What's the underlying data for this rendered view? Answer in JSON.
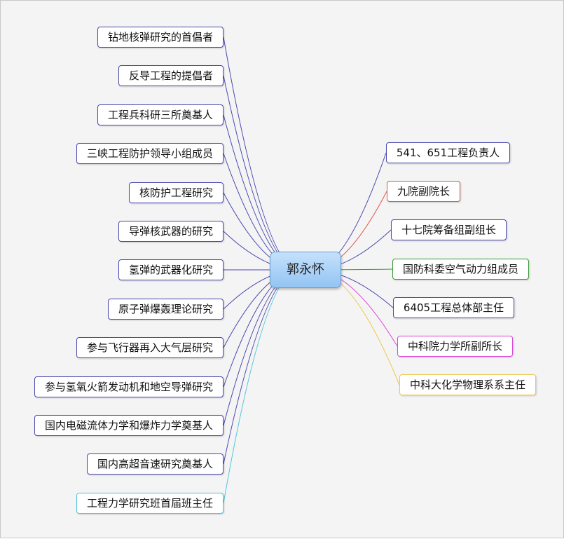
{
  "central": {
    "label": "郭永怀"
  },
  "left_topics": [
    {
      "label": "钻地核弹研究的首倡者",
      "color": "#4a4ab0"
    },
    {
      "label": "反导工程的提倡者",
      "color": "#4a4ab0"
    },
    {
      "label": "工程兵科研三所奠基人",
      "color": "#4a4ab0"
    },
    {
      "label": "三峡工程防护领导小组成员",
      "color": "#4a4ab0"
    },
    {
      "label": "核防护工程研究",
      "color": "#4a4ab0"
    },
    {
      "label": "导弹核武器的研究",
      "color": "#4a4ab0"
    },
    {
      "label": "氢弹的武器化研究",
      "color": "#4a4ab0"
    },
    {
      "label": "原子弹爆轰理论研究",
      "color": "#4a4ab0"
    },
    {
      "label": "参与飞行器再入大气层研究",
      "color": "#4a4ab0"
    },
    {
      "label": "参与氢氧火箭发动机和地空导弹研究",
      "color": "#4a4ab0"
    },
    {
      "label": "国内电磁流体力学和爆炸力学奠基人",
      "color": "#4a4ab0"
    },
    {
      "label": "国内高超音速研究奠基人",
      "color": "#4a4ab0"
    },
    {
      "label": "工程力学研究班首届班主任",
      "color": "#4fc6dc"
    }
  ],
  "right_topics": [
    {
      "label": "541、651工程负责人",
      "color": "#4a4ab0"
    },
    {
      "label": "九院副院长",
      "color": "#e0584e"
    },
    {
      "label": "十七院筹备组副组长",
      "color": "#4a4ab0"
    },
    {
      "label": "国防科委空气动力组成员",
      "color": "#3a9a3a"
    },
    {
      "label": "6405工程总体部主任",
      "color": "#4a4ab0"
    },
    {
      "label": "中科院力学所副所长",
      "color": "#d84ad8"
    },
    {
      "label": "中科大化学物理系系主任",
      "color": "#f0c84a"
    }
  ]
}
